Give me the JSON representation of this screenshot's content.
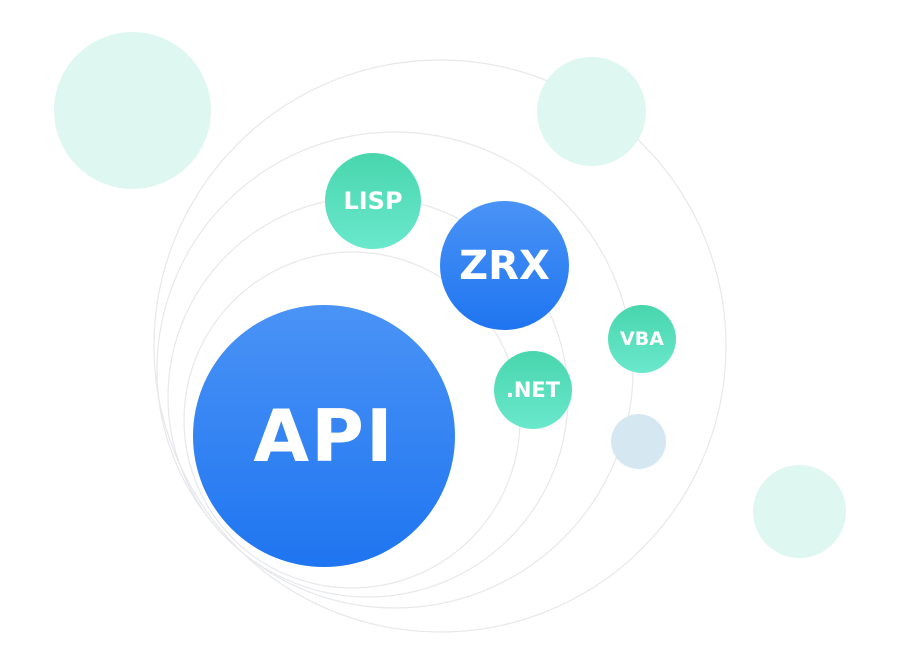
{
  "diagram": {
    "bubbles": [
      {
        "id": "api",
        "label": "API",
        "style": "blue"
      },
      {
        "id": "zrx",
        "label": "ZRX",
        "style": "blue"
      },
      {
        "id": "lisp",
        "label": "LISP",
        "style": "teal"
      },
      {
        "id": "net",
        "label": ".NET",
        "style": "teal"
      },
      {
        "id": "vba",
        "label": "VBA",
        "style": "teal"
      }
    ],
    "colors": {
      "primary_blue": "#2f80f2",
      "teal": "#52ddb6",
      "pastel_mint": "#def7f0",
      "pastel_blue": "#d5e8f1",
      "orbit_line": "#e6e8eb"
    }
  }
}
